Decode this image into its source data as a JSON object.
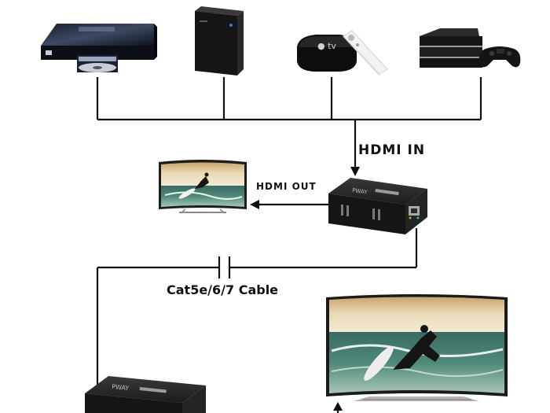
{
  "labels": {
    "hdmi_in": "HDMI IN",
    "hdmi_out": "HDMI OUT",
    "cable": "Cat5e/6/7 Cable",
    "device_brand": "PWAY"
  },
  "sources": [
    {
      "name": "blu-ray-player",
      "icon": "blu-ray-player-icon"
    },
    {
      "name": "pc-tower",
      "icon": "desktop-tower-icon"
    },
    {
      "name": "apple-tv",
      "icon": "apple-tv-icon"
    },
    {
      "name": "game-console",
      "icon": "game-console-icon"
    }
  ],
  "colors": {
    "line": "#111111",
    "device": "#1e1e1e",
    "text": "#111111"
  }
}
